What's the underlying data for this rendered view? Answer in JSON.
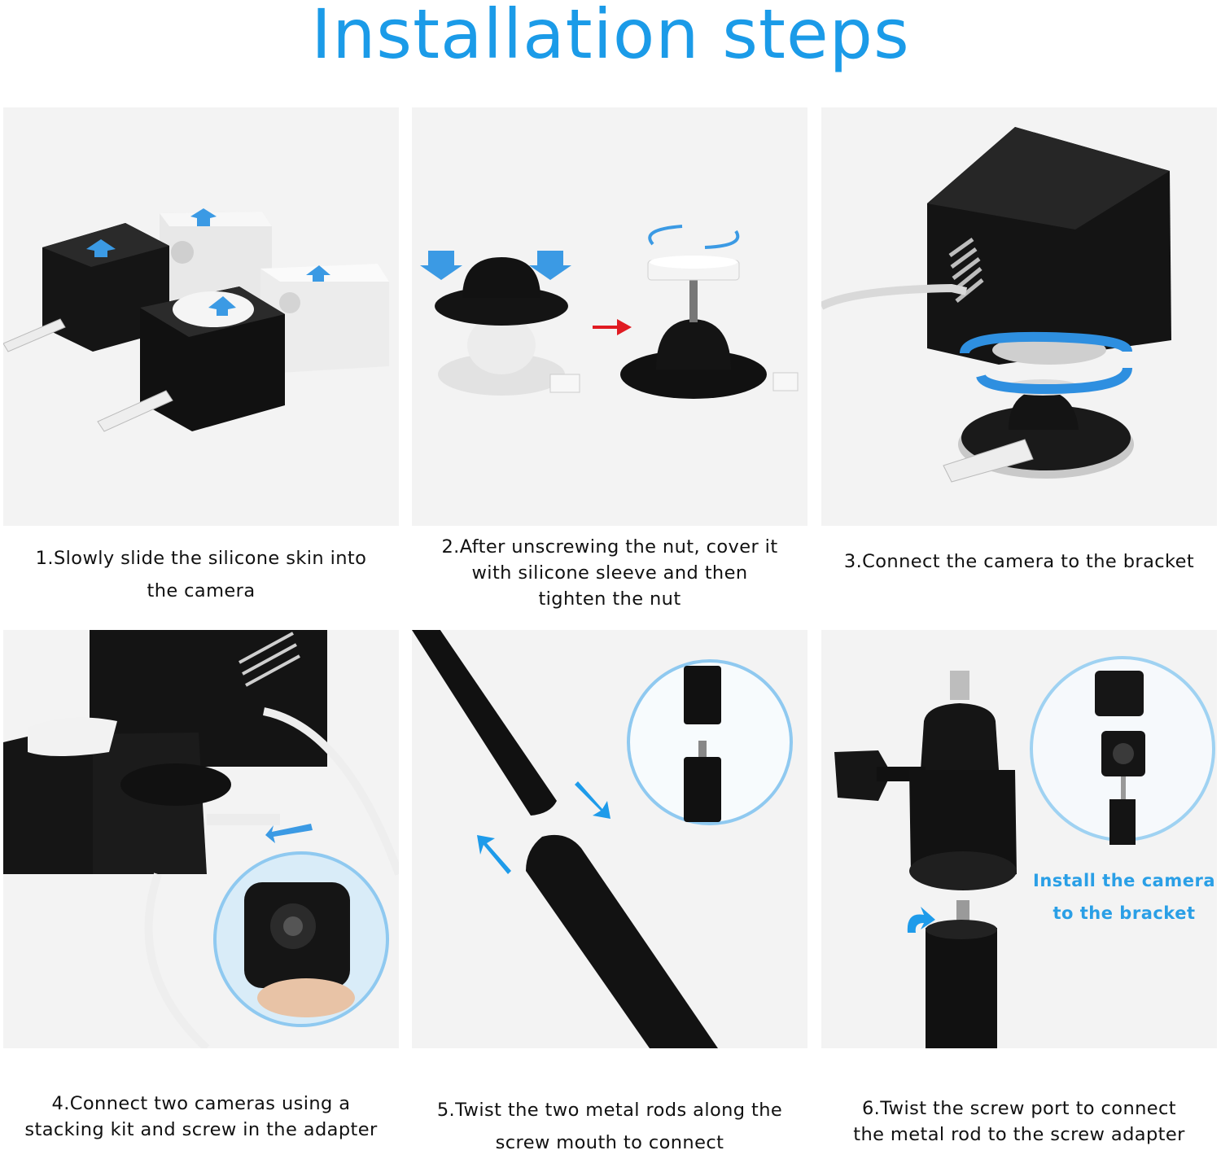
{
  "title": "Installation steps",
  "steps": [
    {
      "lines": [
        "1.Slowly slide the silicone skin into",
        "the camera"
      ],
      "illustration": "camera-skin-slide"
    },
    {
      "lines": [
        "2.After unscrewing the nut, cover it",
        "with silicone sleeve and then",
        "tighten the nut"
      ],
      "illustration": "mount-sleeve"
    },
    {
      "lines": [
        "3.Connect the camera to the bracket"
      ],
      "illustration": "camera-on-bracket"
    },
    {
      "lines": [
        "4.Connect two cameras using a",
        "stacking kit and screw in the adapter"
      ],
      "illustration": "stacking-kit"
    },
    {
      "lines": [
        "5.Twist the two metal rods along the",
        "screw mouth to connect"
      ],
      "illustration": "metal-rods"
    },
    {
      "lines": [
        "6.Twist the screw port to connect",
        "the metal rod to the screw adapter"
      ],
      "illustration": "screw-adapter"
    }
  ],
  "panel6_label": [
    "Install the camera",
    "to the bracket"
  ],
  "colors": {
    "accent": "#1b9be8",
    "arrow": "#3b9ae4",
    "red_arrow": "#e01b22",
    "panel_bg": "#f3f3f3"
  }
}
